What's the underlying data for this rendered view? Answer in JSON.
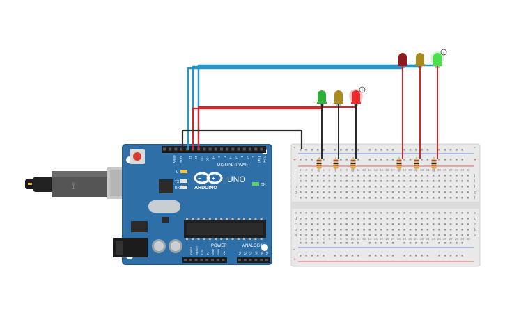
{
  "arduino": {
    "brand": "ARDUINO",
    "model": "UNO",
    "digital_label": "DIGITAL (PWM~)",
    "power_label": "POWER",
    "analog_label": "ANALOG IN",
    "on_label": "ON",
    "l_label": "L",
    "tx_label": "TX",
    "rx_label": "RX",
    "aref_label": "AREF",
    "gnd_label": "GND",
    "top_pins": [
      "13",
      "12",
      "~11",
      "~10",
      "~9",
      "8",
      "7",
      "~6",
      "~5",
      "4",
      "~3",
      "2",
      "TX▸1",
      "RX◂0"
    ],
    "power_pins": [
      "IOREF",
      "RESET",
      "3.3V",
      "5V",
      "GND",
      "GND",
      "Vin"
    ],
    "analog_pins": [
      "A0",
      "A1",
      "A2",
      "A3",
      "A4",
      "A5"
    ]
  },
  "breadboard": {
    "row_letters_top": [
      "j",
      "i",
      "h",
      "g",
      "f"
    ],
    "row_letters_bottom": [
      "e",
      "d",
      "c",
      "b",
      "a"
    ],
    "rail_plus": "+",
    "rail_minus": "-",
    "column_numbers": [
      "1",
      "2",
      "3",
      "4",
      "5",
      "6",
      "7",
      "8",
      "9",
      "10",
      "11",
      "12",
      "13",
      "14",
      "15",
      "16",
      "17",
      "18",
      "19",
      "20",
      "21",
      "22",
      "23",
      "24",
      "25",
      "26",
      "27",
      "28",
      "29",
      "30"
    ]
  },
  "leds": [
    {
      "color_name": "green",
      "color": "#2fae3a"
    },
    {
      "color_name": "yellow",
      "color": "#a98a1c"
    },
    {
      "color_name": "red",
      "color": "#ef2a2a",
      "lit": true,
      "badge": "i"
    },
    {
      "color_name": "red",
      "color": "#8e1b1b"
    },
    {
      "color_name": "yellow",
      "color": "#a98a1c"
    },
    {
      "color_name": "green",
      "color": "#4be04b",
      "lit": true,
      "badge": "i"
    }
  ],
  "colors": {
    "board": "#2f6fa8",
    "board_dark": "#1f4f7c",
    "breadboard": "#e9e9e9",
    "wire_blue": "#2596c9",
    "wire_red": "#d3242a",
    "wire_black": "#2a2a2a",
    "rail_red": "#d33a3a",
    "rail_blue": "#3a6fd3"
  }
}
